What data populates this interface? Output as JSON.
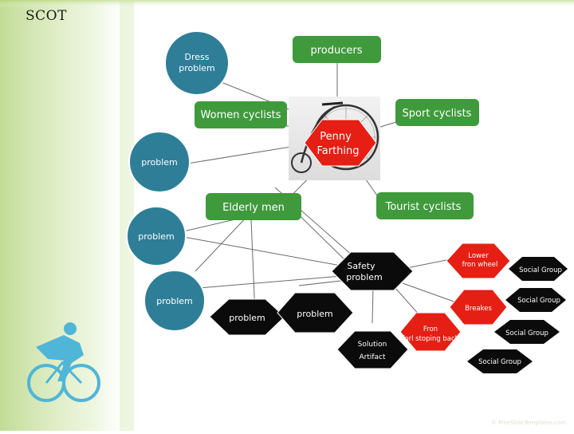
{
  "title": "SCOT",
  "colors": {
    "teal": "#2e7e98",
    "teal_dark": "#1d5f74",
    "green": "#3f9a3c",
    "green_dark": "#2d7a2b",
    "red": "#e51f14",
    "red_dark": "#c01810",
    "olive_bg": "#8fbf3f",
    "rider": "#4fb6d8"
  },
  "icons": {
    "center_image": "penny-farthing-bicycle-photo",
    "corner_graphic": "cyclist-icon"
  },
  "nodes": {
    "producers": "producers",
    "dress_problem": "Dress problem",
    "women_cyclists": "Women cyclists",
    "sport_cyclists": "Sport cyclists",
    "penny_farthing": "Penny Farthing",
    "problem_left": "problem",
    "elderly_men": "Elderly men",
    "tourist_cyclists": "Tourist cyclists",
    "problem_mid_left": "problem",
    "safety_problem": "Safety problem",
    "lower_front_wheel": "Lower fron wheel",
    "social_group_1": "Social Group",
    "problem_lower_left": "problem",
    "problem_bottom_1": "problem",
    "problem_bottom_2": "problem",
    "brakes": "Breakes",
    "social_group_2": "Social Group",
    "solution": "Solution",
    "artifact": "Artifact",
    "front_stopping_back": "Fron forl stoping back",
    "social_group_3": "Social Group",
    "social_group_4": "Social Group"
  },
  "footer": {
    "watermark": "© FreeSlideTemplates.com"
  }
}
